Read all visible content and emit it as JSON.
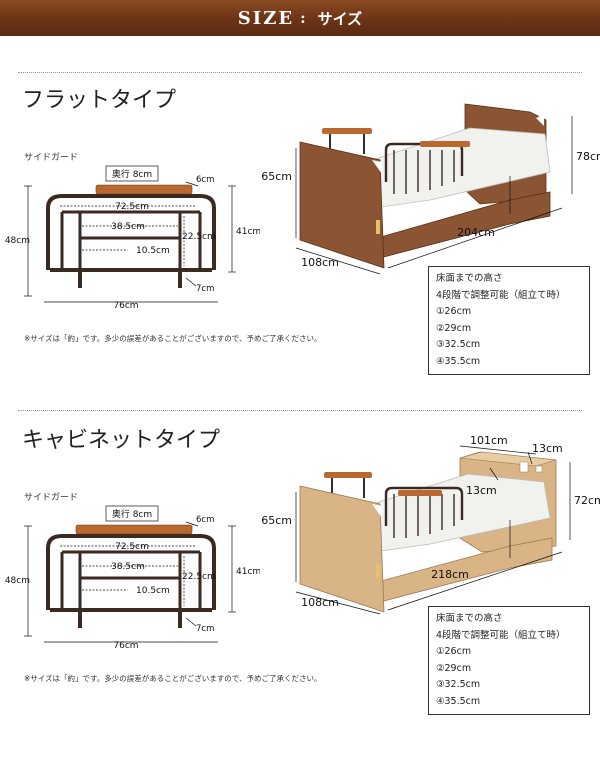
{
  "header": {
    "title": "SIZE",
    "separator": ":",
    "subtitle": "サイズ"
  },
  "sections": [
    {
      "title": "フラットタイプ",
      "guard": {
        "label": "サイドガード",
        "depth_label": "奥行 8cm",
        "dims": {
          "top": "6cm",
          "inner_width": "72.5cm",
          "inner_sub": "38.5cm",
          "post_width": "10.5cm",
          "inner_height": "22.5cm",
          "total_height": "41cm",
          "left_height": "48cm",
          "bottom": "7cm",
          "total_width": "76cm"
        },
        "note": "※サイズは「約」です。多少の誤差があることがございますので、予めご了承ください。"
      },
      "bed": {
        "height_head": "78cm",
        "height_foot": "65cm",
        "length": "204cm",
        "width": "108cm"
      },
      "info": {
        "title": "床面までの高さ",
        "subtitle": "4段階で調整可能（組立て時）",
        "levels": [
          "①26cm",
          "②29cm",
          "③32.5cm",
          "④35.5cm"
        ]
      }
    },
    {
      "title": "キャビネットタイプ",
      "guard": {
        "label": "サイドガード",
        "depth_label": "奥行 8cm",
        "dims": {
          "top": "6cm",
          "inner_width": "72.5cm",
          "inner_sub": "38.5cm",
          "post_width": "10.5cm",
          "inner_height": "22.5cm",
          "total_height": "41cm",
          "left_height": "48cm",
          "bottom": "7cm",
          "total_width": "76cm"
        },
        "note": "※サイズは「約」です。多少の誤差があることがございますので、予めご了承ください。"
      },
      "bed": {
        "height_head": "72cm",
        "height_foot": "65cm",
        "length": "218cm",
        "width": "108cm",
        "cabinet_width": "101cm",
        "cabinet_depth_top": "13cm",
        "cabinet_depth_side": "13cm"
      },
      "info": {
        "title": "床面までの高さ",
        "subtitle": "4段階で調整可能（組立て時）",
        "levels": [
          "①26cm",
          "②29cm",
          "③32.5cm",
          "④35.5cm"
        ]
      }
    }
  ],
  "colors": {
    "header": "#6b3417",
    "walnut": "#8b5533",
    "natural": "#d8b486",
    "frame": "#3a2a22",
    "rail_wood": "#b9682f",
    "mattress": "#f1f1ee"
  }
}
